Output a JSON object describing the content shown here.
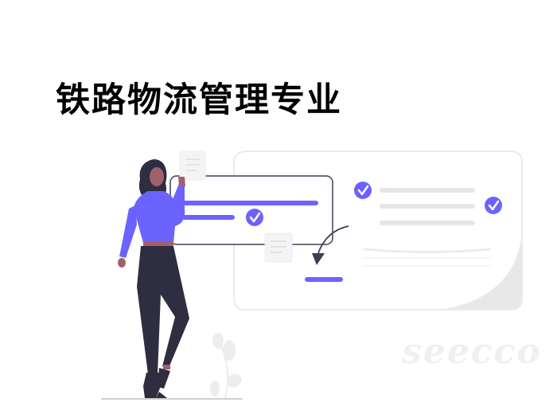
{
  "title": "铁路物流管理专业",
  "watermark": "seecco",
  "colors": {
    "accent": "#6c63ff",
    "dark": "#2f2e41",
    "skin": "#a0616a",
    "line_gray": "#e6e6e6",
    "card_border": "#e6e6e6",
    "front_card_border": "#3f3d56",
    "background": "#ffffff"
  },
  "illustration": {
    "front_card": {
      "bars": 2,
      "check_icons": 1
    },
    "back_card": {
      "gray_lines": 3,
      "check_icons": 2,
      "accent_bar": 1
    },
    "notes": 2
  }
}
